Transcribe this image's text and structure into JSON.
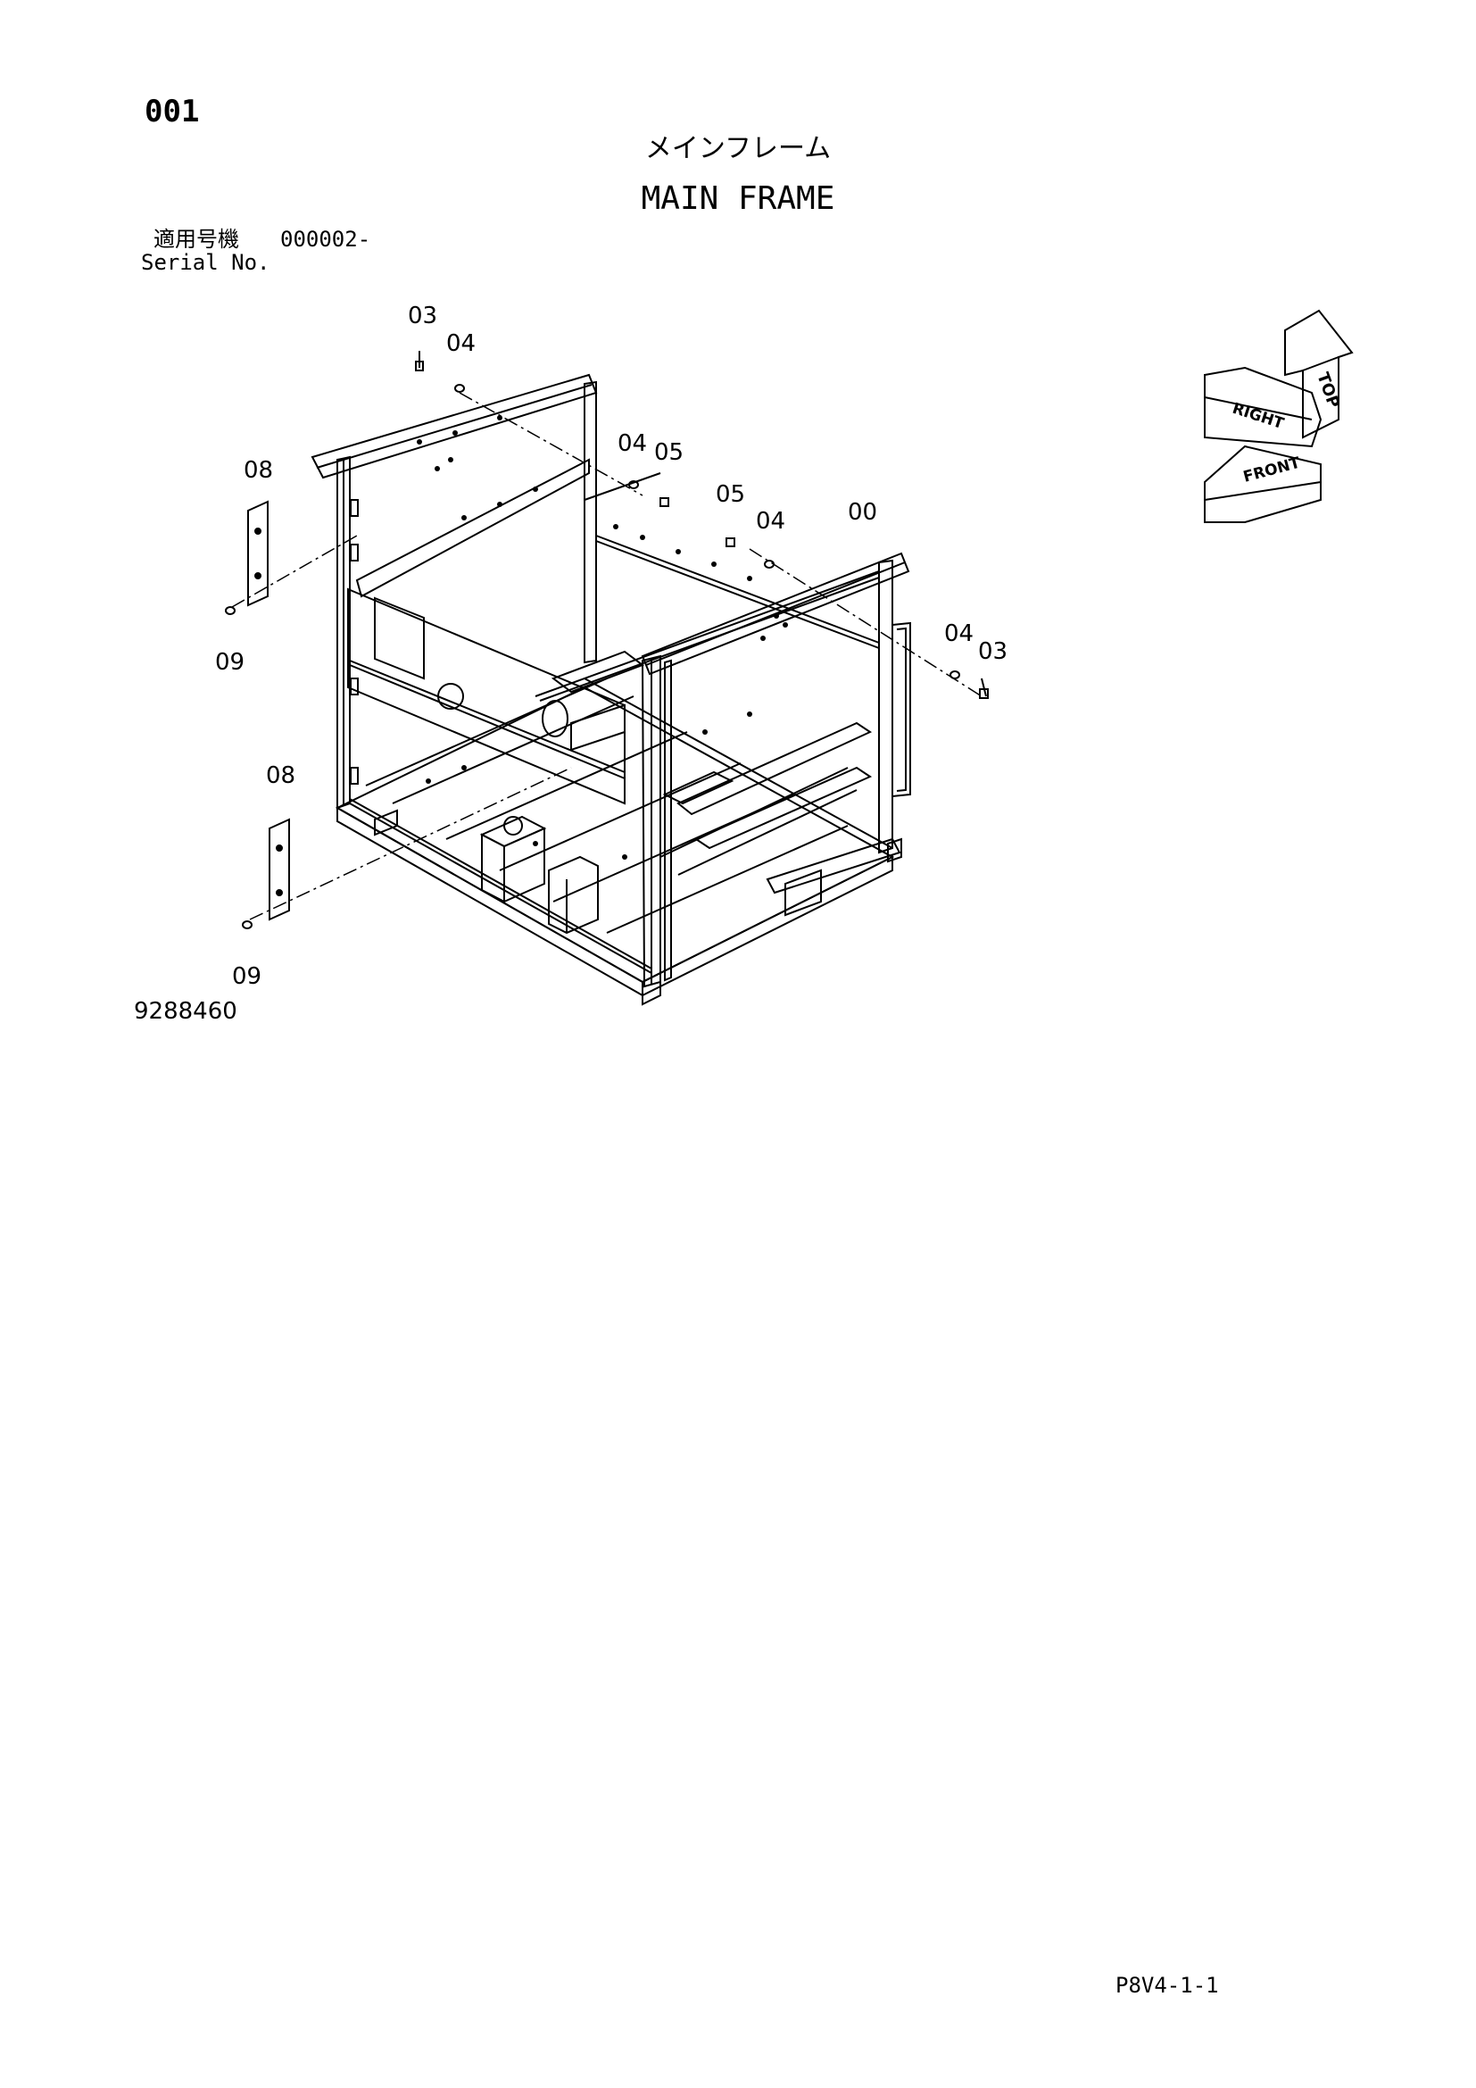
{
  "header": {
    "page_number": "001",
    "title_ja": "メインフレーム",
    "title_en": "MAIN FRAME",
    "serial_label_ja": "適用号機",
    "serial_value": "000002-",
    "serial_label_en": "Serial No."
  },
  "callouts": {
    "c03_top": "03",
    "c04_top": "04",
    "c04_mid": "04",
    "c05_mid": "05",
    "c05_right": "05",
    "c04_right": "04",
    "c00": "00",
    "c04_far": "04",
    "c03_far": "03",
    "c08_top": "08",
    "c09_top": "09",
    "c08_bottom": "08",
    "c09_bottom": "09"
  },
  "orientation": {
    "top": "TOP",
    "right": "RIGHT",
    "front": "FRONT"
  },
  "footer": {
    "drawing_number": "9288460",
    "sheet_code": "P8V4-1-1"
  }
}
